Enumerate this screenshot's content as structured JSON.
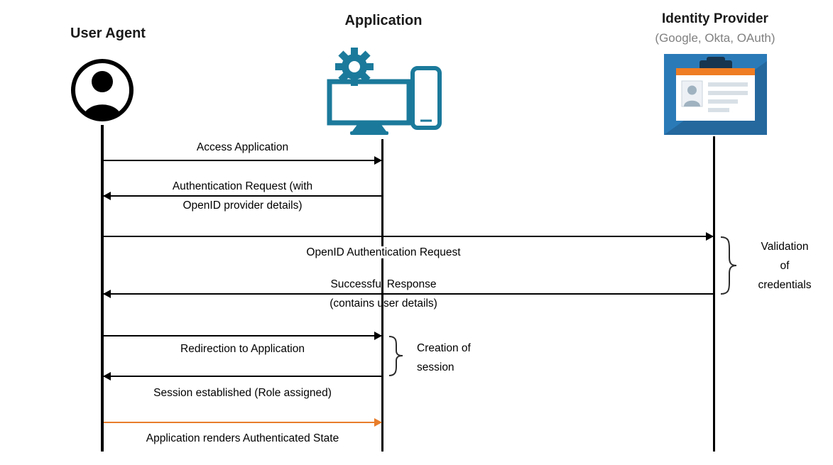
{
  "actors": {
    "user_agent": {
      "label": "User Agent"
    },
    "application": {
      "label": "Application"
    },
    "identity_provider": {
      "label": "Identity Provider",
      "sublabel": "(Google, Okta, OAuth)"
    }
  },
  "messages": {
    "access_application": {
      "label": "Access Application",
      "from": "User Agent",
      "to": "Application",
      "direction": "right"
    },
    "authentication_request": {
      "label": "Authentication Request (with\nOpenID provider details)",
      "from": "Application",
      "to": "User Agent",
      "direction": "left"
    },
    "openid_authentication_request": {
      "label": "OpenID Authentication Request",
      "from": "User Agent",
      "to": "Identity Provider",
      "direction": "right"
    },
    "successful_response": {
      "label": "Successful Response\n(contains user details)",
      "from": "Identity Provider",
      "to": "User Agent",
      "direction": "left"
    },
    "redirection_to_application": {
      "label": "Redirection to Application",
      "from": "User Agent",
      "to": "Application",
      "direction": "right"
    },
    "session_established": {
      "label": "Session established (Role assigned)",
      "from": "Application",
      "to": "User Agent",
      "direction": "left"
    },
    "application_renders_authenticated_state": {
      "label": "Application renders Authenticated State",
      "from": "User Agent",
      "to": "Application",
      "direction": "right",
      "color": "#E87D2B"
    }
  },
  "annotations": {
    "validation_of_credentials": {
      "label": "Validation\nof\ncredentials"
    },
    "creation_of_session": {
      "label": "Creation of\nsession"
    }
  },
  "colors": {
    "arrow_default": "#000000",
    "arrow_highlight": "#E87D2B",
    "application_icon_teal": "#1B7A9B",
    "identity_provider_blue": "#2A7AB8",
    "identity_provider_card_orange": "#EF7D23",
    "subtitle_gray": "#808080"
  }
}
